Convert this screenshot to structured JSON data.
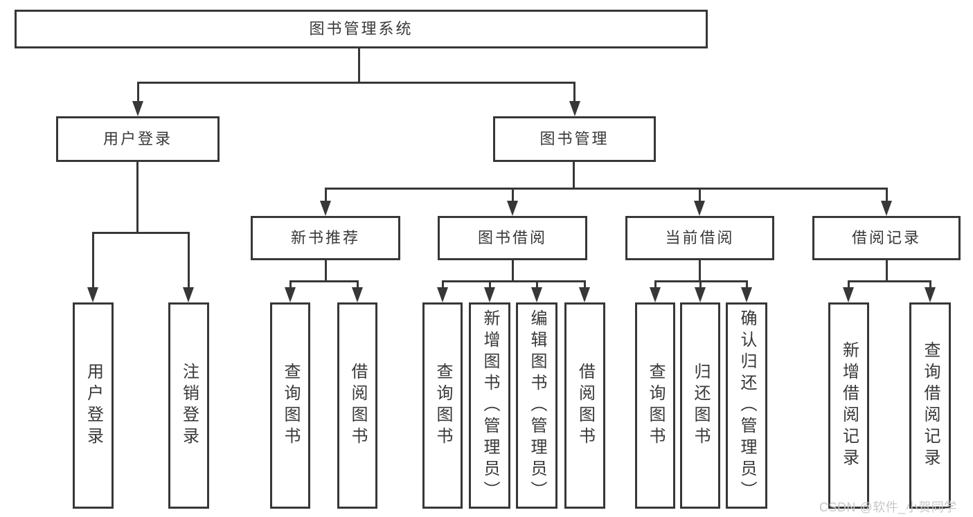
{
  "diagram": {
    "watermark": "CSDN @软件_小贺同学",
    "colors": {
      "line": "#373737",
      "text": "#383838",
      "background": "#ffffff",
      "watermark": "#c8c8c8"
    },
    "tree": {
      "label": "图书管理系统",
      "children": [
        {
          "label": "用户登录",
          "children": [
            {
              "label": "用户登录"
            },
            {
              "label": "注销登录"
            }
          ]
        },
        {
          "label": "图书管理",
          "children": [
            {
              "label": "新书推荐",
              "children": [
                {
                  "label": "查询图书"
                },
                {
                  "label": "借阅图书"
                }
              ]
            },
            {
              "label": "图书借阅",
              "children": [
                {
                  "label": "查询图书"
                },
                {
                  "label": "新增图书（管理员）"
                },
                {
                  "label": "编辑图书（管理员）"
                },
                {
                  "label": "借阅图书"
                }
              ]
            },
            {
              "label": "当前借阅",
              "children": [
                {
                  "label": "查询图书"
                },
                {
                  "label": "归还图书"
                },
                {
                  "label": "确认归还（管理员）"
                }
              ]
            },
            {
              "label": "借阅记录",
              "children": [
                {
                  "label": "新增借阅记录"
                },
                {
                  "label": "查询借阅记录"
                }
              ]
            }
          ]
        }
      ]
    }
  }
}
